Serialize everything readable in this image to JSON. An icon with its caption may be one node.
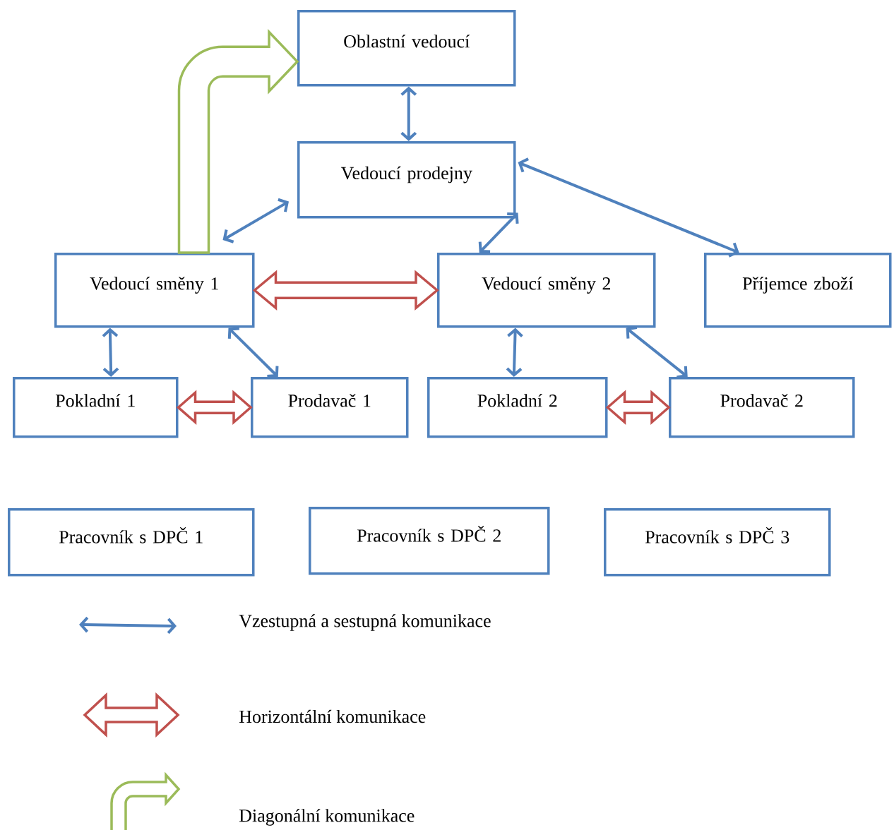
{
  "diagram": {
    "nodes": [
      {
        "text": [
          "Oblastní vedoucí"
        ]
      },
      {
        "text": [
          "Vedoucí prodejny"
        ]
      },
      {
        "text": [
          "Vedoucí směny 1"
        ]
      },
      {
        "text": [
          "Vedoucí směny 2"
        ]
      },
      {
        "text": [
          "Příjemce zboží"
        ]
      },
      {
        "text": [
          "Pokladní 1"
        ]
      },
      {
        "text": [
          "Prodavač 1"
        ]
      },
      {
        "text": [
          "Pokladní 2"
        ]
      },
      {
        "text": [
          "Prodavač 2"
        ]
      },
      {
        "text": [
          "Pracovník s DPČ 1"
        ]
      },
      {
        "text": [
          "Pracovník s DPČ 2"
        ]
      },
      {
        "text": [
          "Pracovník s DPČ 3"
        ]
      }
    ],
    "edges": [
      {
        "from": 0,
        "to": 1,
        "arrow": "both"
      },
      {
        "from": 2,
        "to": 1,
        "arrow": "both"
      },
      {
        "from": 1,
        "to": 3,
        "arrow": "both"
      },
      {
        "from": 1,
        "to": 4,
        "arrow": "both"
      },
      {
        "from": 2,
        "to": 3,
        "arrow": "both",
        "style": "thick",
        "color": "#c0504d"
      },
      {
        "from": 2,
        "to": 5,
        "arrow": "both"
      },
      {
        "from": 2,
        "to": 6,
        "arrow": "both"
      },
      {
        "from": 5,
        "to": 6,
        "arrow": "both",
        "style": "thick",
        "color": "#c0504d"
      },
      {
        "from": 3,
        "to": 7,
        "arrow": "both"
      },
      {
        "from": 3,
        "to": 8,
        "arrow": "both"
      },
      {
        "from": 7,
        "to": 8,
        "arrow": "both",
        "style": "thick",
        "color": "#c0504d"
      },
      {
        "from": 2,
        "to": 0,
        "arrow": "to",
        "style": "thick",
        "color": "#9bbb59"
      }
    ],
    "legend": [
      {
        "text": "Vzestupná a sestupná komunikace",
        "color": "#4f81bd"
      },
      {
        "text": "Horizontální komunikace",
        "color": "#c0504d"
      },
      {
        "text": "Diagonální komunikace",
        "color": "#9bbb59"
      }
    ]
  }
}
